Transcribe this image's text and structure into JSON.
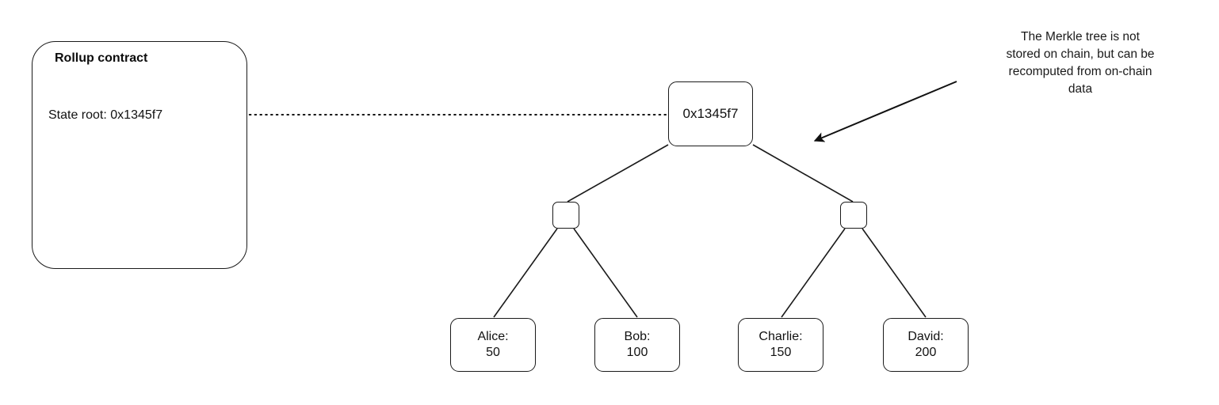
{
  "diagram": {
    "title": "Rollup contract Merkle tree diagram",
    "background_color": "#ffffff",
    "stroke_color": "#1a1a1a",
    "text_color": "#111111"
  },
  "rollup_contract": {
    "title": "Rollup contract",
    "state_root_label": "State root: 0x1345f7"
  },
  "merkle_tree": {
    "root": {
      "label": "0x1345f7"
    },
    "inner_nodes": [
      {
        "label": ""
      },
      {
        "label": ""
      }
    ],
    "leaves": [
      {
        "name": "Alice:",
        "value": "50"
      },
      {
        "name": "Bob:",
        "value": "100"
      },
      {
        "name": "Charlie:",
        "value": "150"
      },
      {
        "name": "David:",
        "value": "200"
      }
    ]
  },
  "annotation": {
    "lines": [
      "The Merkle tree is not",
      "stored on chain, but can be",
      "recomputed from on-chain",
      "data"
    ]
  },
  "connectors": {
    "state_root_link_style": "dotted",
    "annotation_arrow_style": "solid"
  }
}
